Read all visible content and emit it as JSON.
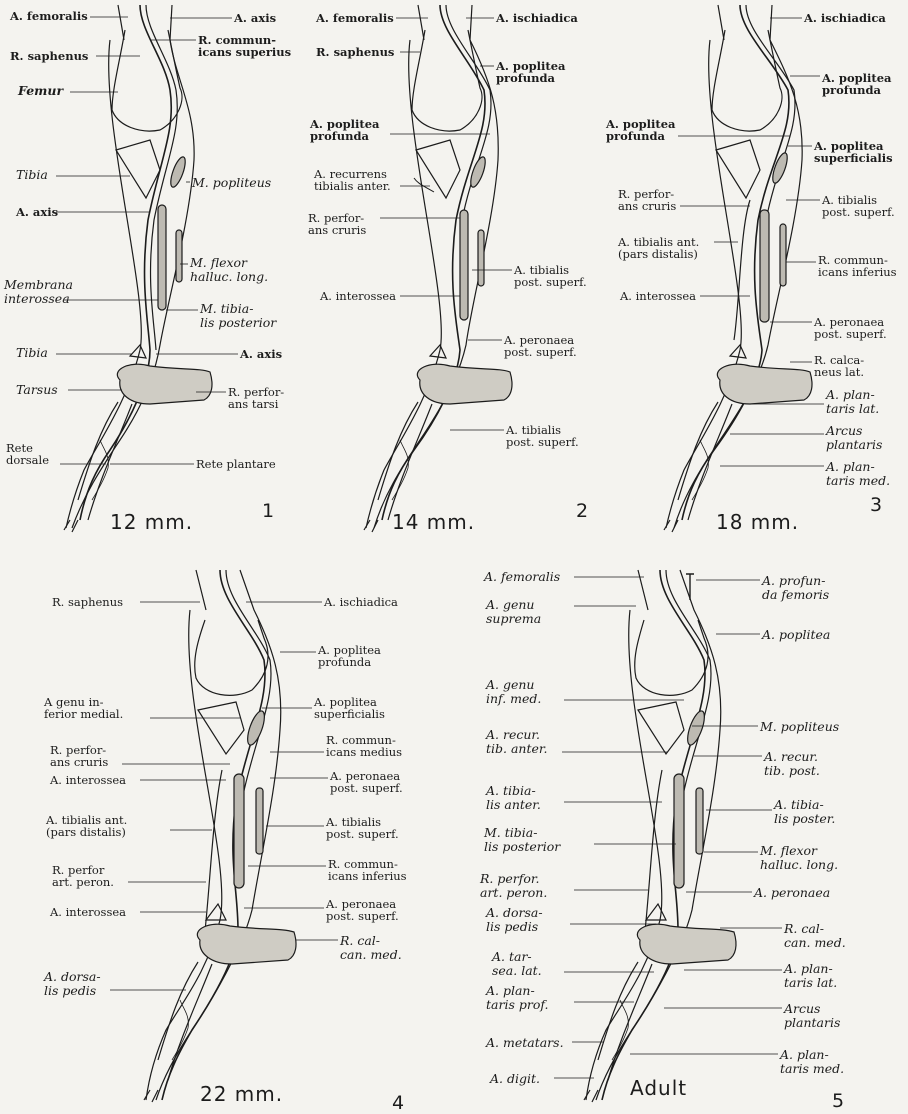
{
  "panels": [
    {
      "number": "1",
      "stage": "12 mm.",
      "labels": [
        "A. femoralis",
        "R. saphenus",
        "A. axis",
        "R. commun-\nicans superius",
        "Femur",
        "Tibia",
        "M. popliteus",
        "A. axis",
        "M. flexor\nhalluc. long.",
        "Membrana\ninterossea",
        "M. tibia-\nlis posterior",
        "Tibia",
        "A. axis",
        "Tarsus",
        "R. perfor-\nans tarsi",
        "Rete\ndorsale",
        "Rete plantare"
      ]
    },
    {
      "number": "2",
      "stage": "14 mm.",
      "labels": [
        "A. femoralis",
        "A. ischiadica",
        "R. saphenus",
        "A. poplitea\nprofunda",
        "A. poplitea\nprofunda",
        "A. recurrens\ntibialis anter.",
        "R. perfor-\nans cruris",
        "A. tibialis\npost. superf.",
        "A. interossea",
        "A. peronaea\npost. superf.",
        "A. tibialis\npost. superf."
      ]
    },
    {
      "number": "3",
      "stage": "18 mm.",
      "labels": [
        "A. ischiadica",
        "A. poplitea\nprofunda",
        "A. poplitea\nprofunda",
        "A. poplitea\nsuperficialis",
        "R. perfor-\nans cruris",
        "A. tibialis\npost. superf.",
        "A. tibialis ant.\n(pars distalis)",
        "R. commun-\nicans inferius",
        "A. interossea",
        "A. peronaea\npost. superf.",
        "R. calca-\nneus lat.",
        "A. plan-\ntaris lat.",
        "Arcus\nplantaris",
        "A. plan-\ntaris med."
      ]
    },
    {
      "number": "4",
      "stage": "22 mm.",
      "labels": [
        "R. saphenus",
        "A. ischiadica",
        "A. poplitea\nprofunda",
        "A genu in-\nferior medial.",
        "A. poplitea\nsuperficialis",
        "R. perfor-\nans cruris",
        "R. commun-\nicans medius",
        "A. interossea",
        "A. peronaea\npost. superf.",
        "A. tibialis ant.\n(pars distalis)",
        "A. tibialis\npost. superf.",
        "R. perfor\nart. peron.",
        "R. commun-\nicans inferius",
        "A. interossea",
        "A. peronaea\npost. superf.",
        "R. cal-\ncan. med.",
        "A. dorsa-\nlis pedis"
      ]
    },
    {
      "number": "5",
      "stage": "Adult",
      "labels": [
        "A. femoralis",
        "A. profun-\nda femoris",
        "A. genu\nsuprema",
        "A. poplitea",
        "A. genu\ninf. med.",
        "M. popliteus",
        "A. recur.\ntib. anter.",
        "A. recur.\ntib. post.",
        "A. tibia-\nlis anter.",
        "A. tibia-\nlis poster.",
        "M. tibia-\nlis posterior",
        "M. flexor\nhalluc. long.",
        "R. perfor.\nart. peron.",
        "A. peronaea",
        "A. dorsa-\nlis pedis",
        "R. cal-\ncan. med.",
        "A. tar-\nsea. lat.",
        "A. plan-\ntaris lat.",
        "A. plan-\ntaris prof.",
        "Arcus\nplantaris",
        "A. metatars.",
        "A. plan-\ntaris med.",
        "A. digit."
      ]
    }
  ]
}
